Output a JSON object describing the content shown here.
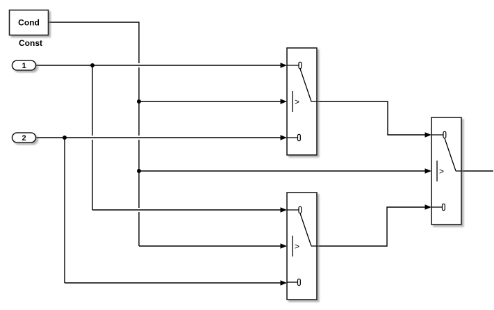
{
  "colors": {
    "background": "#ffffff",
    "wire": "#000000",
    "block_fill": "#ffffff",
    "block_border": "#1f1f1f",
    "shadow": "#8a8a8a",
    "text": "#000000"
  },
  "constant_block": {
    "label": "Cond",
    "caption": "Const"
  },
  "inport_1": {
    "label": "1"
  },
  "inport_2": {
    "label": "2"
  },
  "switch_1": {
    "criterion": ">"
  },
  "switch_2": {
    "criterion": ">"
  },
  "switch_3": {
    "criterion": ">"
  }
}
